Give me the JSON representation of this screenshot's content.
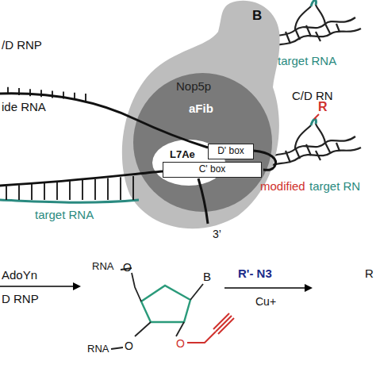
{
  "diagram": {
    "nodes": [
      {
        "text": [
          "Nop5p"
        ]
      },
      {
        "text": [
          "aFib"
        ],
        "in": 0
      },
      {
        "text": [
          "L7Ae"
        ],
        "in": 1
      },
      {
        "text": [
          "D' box"
        ],
        "in": 1
      },
      {
        "text": [
          "C' box"
        ],
        "in": 1
      }
    ],
    "labels": [
      "/D RNP",
      "ide RNA",
      "target RNA",
      "3’",
      "B",
      "target RNA",
      "C/D RN",
      "R",
      "modified",
      "target RN",
      "AdoYn",
      "D RNP",
      "RNA",
      "O",
      "B",
      "O",
      "RNA",
      "O",
      "R'- N3",
      "Cu+",
      "R"
    ]
  }
}
